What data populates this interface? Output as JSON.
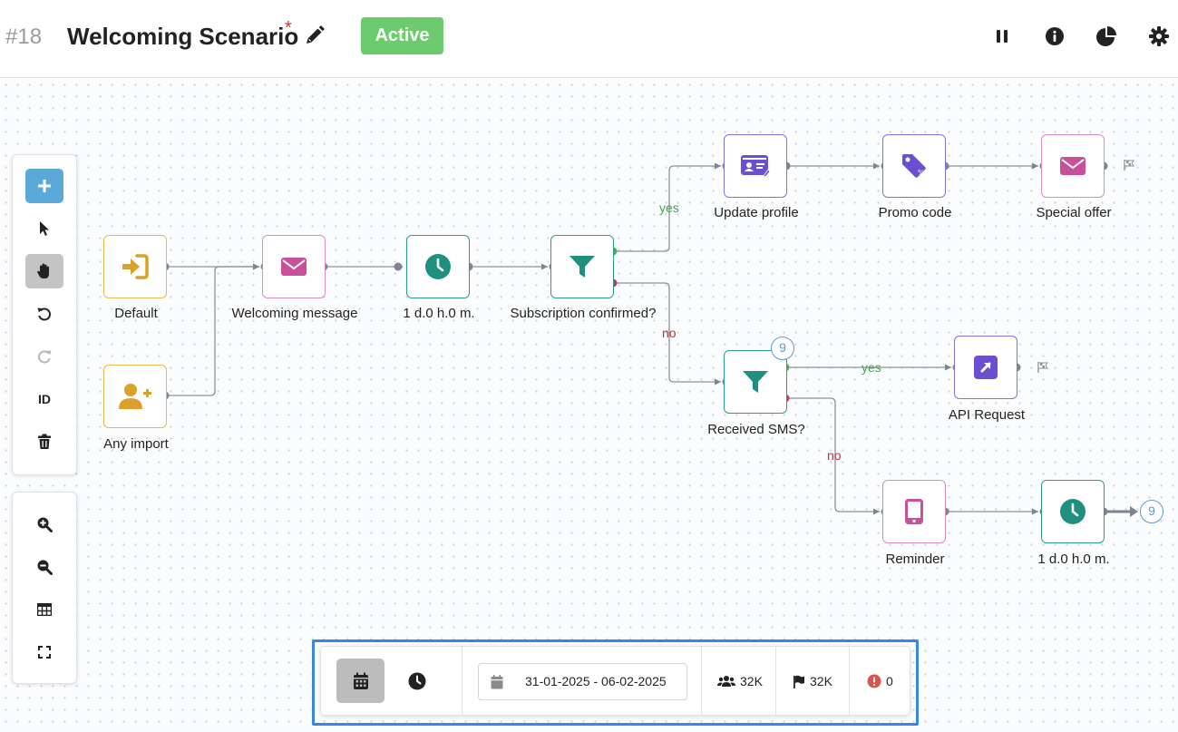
{
  "header": {
    "scenario_id": "#18",
    "title": "Welcoming Scenario",
    "unsaved_mark": "*",
    "status": "Active"
  },
  "nodes": {
    "default": {
      "label": "Default"
    },
    "any_import": {
      "label": "Any import"
    },
    "welcoming_message": {
      "label": "Welcoming message"
    },
    "delay_1": {
      "label": "1 d.0 h.0 m."
    },
    "subscription_confirmed": {
      "label": "Subscription confirmed?"
    },
    "update_profile": {
      "label": "Update profile"
    },
    "promo_code": {
      "label": "Promo code"
    },
    "special_offer": {
      "label": "Special offer"
    },
    "received_sms": {
      "label": "Received SMS?",
      "badge": "9"
    },
    "api_request": {
      "label": "API Request"
    },
    "reminder": {
      "label": "Reminder"
    },
    "delay_2": {
      "label": "1 d.0 h.0 m.",
      "next_badge": "9"
    }
  },
  "edge_labels": {
    "sub_yes": "yes",
    "sub_no": "no",
    "sms_yes": "yes",
    "sms_no": "no"
  },
  "toolbar": {
    "id_label": "ID"
  },
  "bottom_bar": {
    "date_range": "31-01-2025 - 06-02-2025",
    "contacts": "32K",
    "finished": "32K",
    "errors": "0"
  },
  "colors": {
    "accent_blue": "#5aa9d6",
    "active_green": "#6ccb6c",
    "teal": "#1f8f80",
    "pink": "#c8509a",
    "purple": "#6a4fd0",
    "orange": "#dba22b",
    "yes_green": "#45a24a",
    "no_red": "#b3373b"
  }
}
